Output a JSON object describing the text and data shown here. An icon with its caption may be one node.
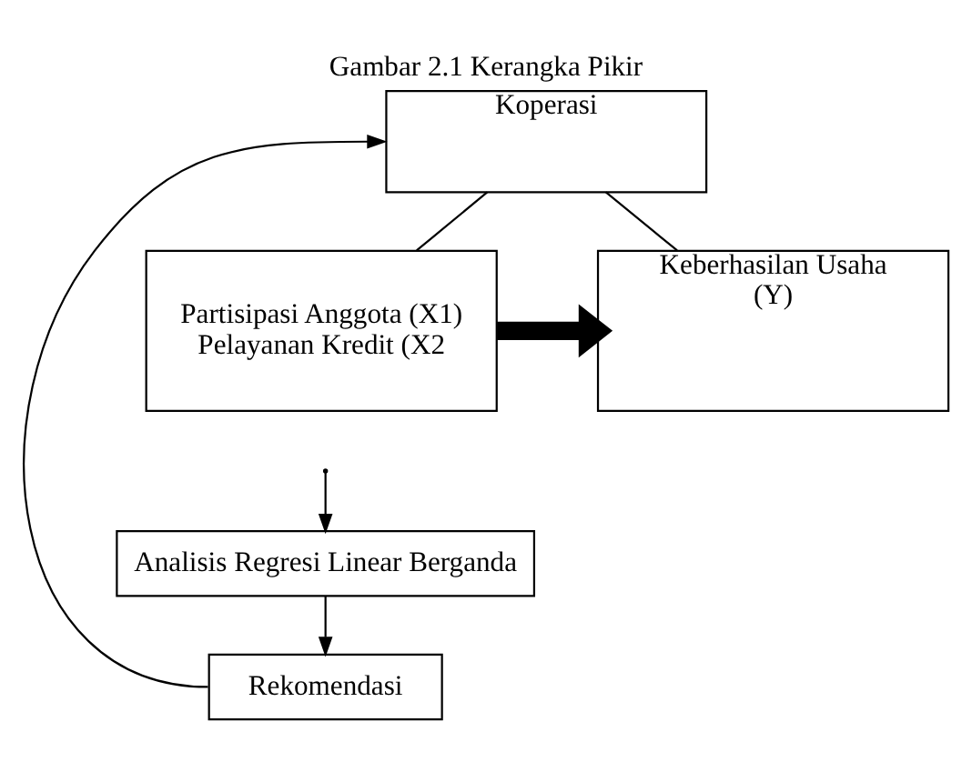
{
  "diagram": {
    "title": "Gambar 2.1 Kerangka Pikir",
    "nodes": [
      {
        "text": [
          "Koperasi"
        ]
      },
      {
        "text": [
          "Partisipasi Anggota (X1)",
          "Pelayanan Kredit (X2"
        ]
      },
      {
        "text": [
          "Keberhasilan Usaha",
          "(Y)"
        ]
      },
      {
        "text": [
          "Analisis Regresi Linear Berganda"
        ]
      },
      {
        "text": [
          "Rekomendasi"
        ]
      }
    ],
    "edges": [
      {
        "from": 0,
        "to": 1,
        "arrow": "none"
      },
      {
        "from": 0,
        "to": 2,
        "arrow": "none"
      },
      {
        "from": 1,
        "to": 2,
        "arrow": "to",
        "style": "thick"
      },
      {
        "from": null,
        "to": 3,
        "arrow": "to"
      },
      {
        "from": 3,
        "to": 4,
        "arrow": "to"
      },
      {
        "from": 4,
        "to": 0,
        "arrow": "to"
      }
    ]
  }
}
